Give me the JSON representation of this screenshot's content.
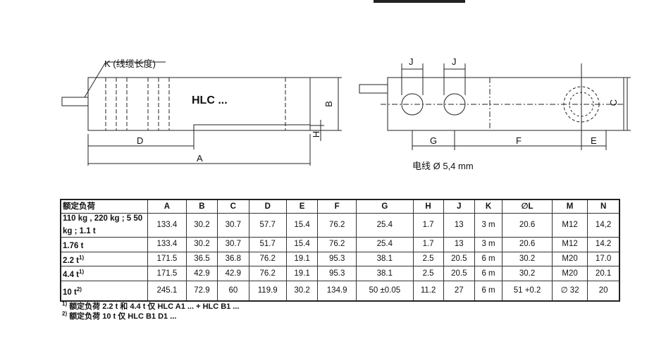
{
  "drawing": {
    "cable_label": "K (线缆长度)",
    "model": "HLC ...",
    "dims": {
      "A": "A",
      "B": "B",
      "C": "C",
      "D": "D",
      "E": "E",
      "F": "F",
      "G": "G",
      "H": "H",
      "J": "J"
    },
    "wire_note": "电线 Ø 5,4 mm"
  },
  "table": {
    "headers": [
      "额定负荷",
      "A",
      "B",
      "C",
      "D",
      "E",
      "F",
      "G",
      "H",
      "J",
      "K",
      "∅L",
      "M",
      "N"
    ],
    "rows": [
      {
        "load": "110 kg , 220 kg ; 5 50 kg ; 1.1 t",
        "sup": "",
        "cells": [
          "133.4",
          "30.2",
          "30.7",
          "57.7",
          "15.4",
          "76.2",
          "25.4",
          "1.7",
          "13",
          "3 m",
          "20.6",
          "M12",
          "14,2"
        ]
      },
      {
        "load": "1.76 t",
        "sup": "",
        "cells": [
          "133.4",
          "30.2",
          "30.7",
          "51.7",
          "15.4",
          "76.2",
          "25.4",
          "1.7",
          "13",
          "3 m",
          "20.6",
          "M12",
          "14.2"
        ]
      },
      {
        "load": "2.2 t",
        "sup": "1)",
        "cells": [
          "171.5",
          "36.5",
          "36.8",
          "76.2",
          "19.1",
          "95.3",
          "38.1",
          "2.5",
          "20.5",
          "6 m",
          "30.2",
          "M20",
          "17.0"
        ]
      },
      {
        "load": "4.4 t",
        "sup": "1)",
        "cells": [
          "171.5",
          "42.9",
          "42.9",
          "76.2",
          "19.1",
          "95.3",
          "38.1",
          "2.5",
          "20.5",
          "6 m",
          "30.2",
          "M20",
          "20.1"
        ]
      },
      {
        "load": "10 t",
        "sup": "2)",
        "cells": [
          "245.1",
          "72.9",
          "60",
          "119.9",
          "30.2",
          "134.9",
          "50 ±0.05",
          "11.2",
          "27",
          "6 m",
          "51 +0.2",
          "∅ 32",
          "20"
        ]
      }
    ]
  },
  "notes": [
    {
      "mark": "1)",
      "text": "额定负荷 2.2 t 和 4.4 t 仅 HLC A1 ... + HLC B1 ..."
    },
    {
      "mark": "2)",
      "text": "额定负荷 10 t 仅 HLC B1 D1 ..."
    }
  ]
}
